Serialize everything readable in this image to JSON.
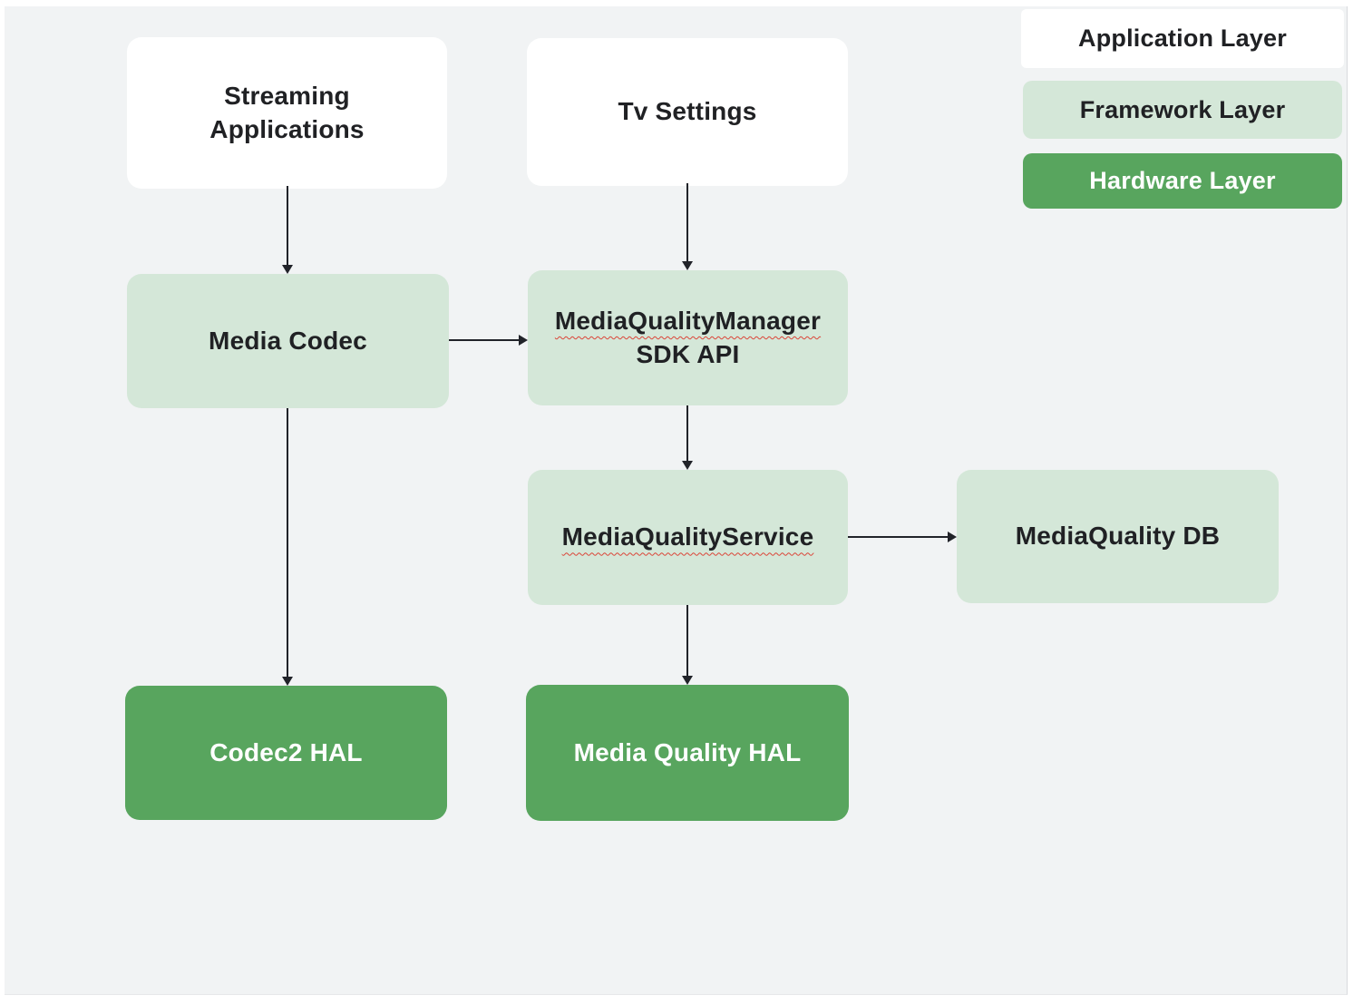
{
  "diagram": {
    "nodes": {
      "streaming_applications": {
        "label": "Streaming Applications",
        "layer": "application"
      },
      "tv_settings": {
        "label": "Tv Settings",
        "layer": "application"
      },
      "media_codec": {
        "label": "Media Codec",
        "layer": "framework"
      },
      "media_quality_manager": {
        "label": "MediaQualityManager",
        "label_line2": "SDK API",
        "layer": "framework"
      },
      "media_quality_service": {
        "label": "MediaQualityService",
        "layer": "framework"
      },
      "media_quality_db": {
        "label": "MediaQuality DB",
        "layer": "framework"
      },
      "codec2_hal": {
        "label": "Codec2 HAL",
        "layer": "hardware"
      },
      "media_quality_hal": {
        "label": "Media Quality HAL",
        "layer": "hardware"
      }
    },
    "edges": [
      {
        "from": "streaming_applications",
        "to": "media_codec"
      },
      {
        "from": "tv_settings",
        "to": "media_quality_manager"
      },
      {
        "from": "media_codec",
        "to": "media_quality_manager"
      },
      {
        "from": "media_quality_manager",
        "to": "media_quality_service"
      },
      {
        "from": "media_quality_service",
        "to": "media_quality_db"
      },
      {
        "from": "media_quality_service",
        "to": "media_quality_hal"
      },
      {
        "from": "media_codec",
        "to": "codec2_hal"
      }
    ],
    "legend": {
      "application": "Application Layer",
      "framework": "Framework Layer",
      "hardware": "Hardware Layer"
    }
  },
  "colors": {
    "background": "#f1f3f4",
    "application_layer": "#ffffff",
    "framework_layer": "#d4e7d8",
    "hardware_layer": "#58a55e",
    "text_dark": "#202124",
    "text_light": "#ffffff",
    "arrow": "#212329",
    "spellcheck_underline": "#db4437"
  }
}
